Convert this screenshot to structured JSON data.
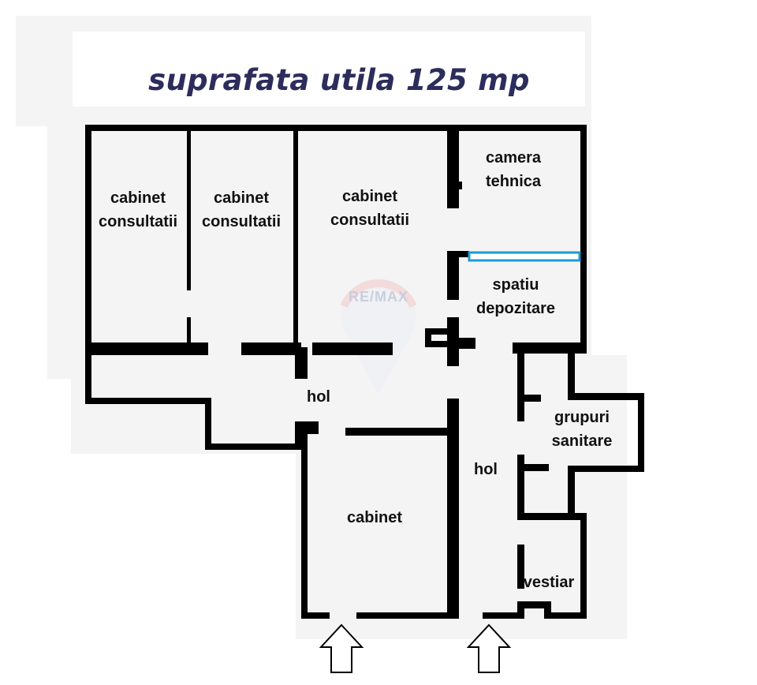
{
  "plan": {
    "title": "suprafata utila 125 mp",
    "watermark": "RE/MAX",
    "colors": {
      "wall": "#000000",
      "title": "#2c2d5c",
      "window": "#1e9ad6",
      "watermark": "#c9cfdc"
    },
    "rooms": {
      "cabinet_1": [
        "cabinet",
        "consultatii"
      ],
      "cabinet_2": [
        "cabinet",
        "consultatii"
      ],
      "cabinet_3": [
        "cabinet",
        "consultatii"
      ],
      "camera_tehnica": [
        "camera",
        "tehnica"
      ],
      "spatiu_depozitare": [
        "spatiu",
        "depozitare"
      ],
      "hol_1": "hol",
      "hol_2": "hol",
      "grupuri_sanitare": [
        "grupuri",
        "sanitare"
      ],
      "cabinet_4": "cabinet",
      "vestiar": "vestiar"
    },
    "entrances": [
      "entrance-arrow-icon",
      "entrance-arrow-icon"
    ]
  }
}
